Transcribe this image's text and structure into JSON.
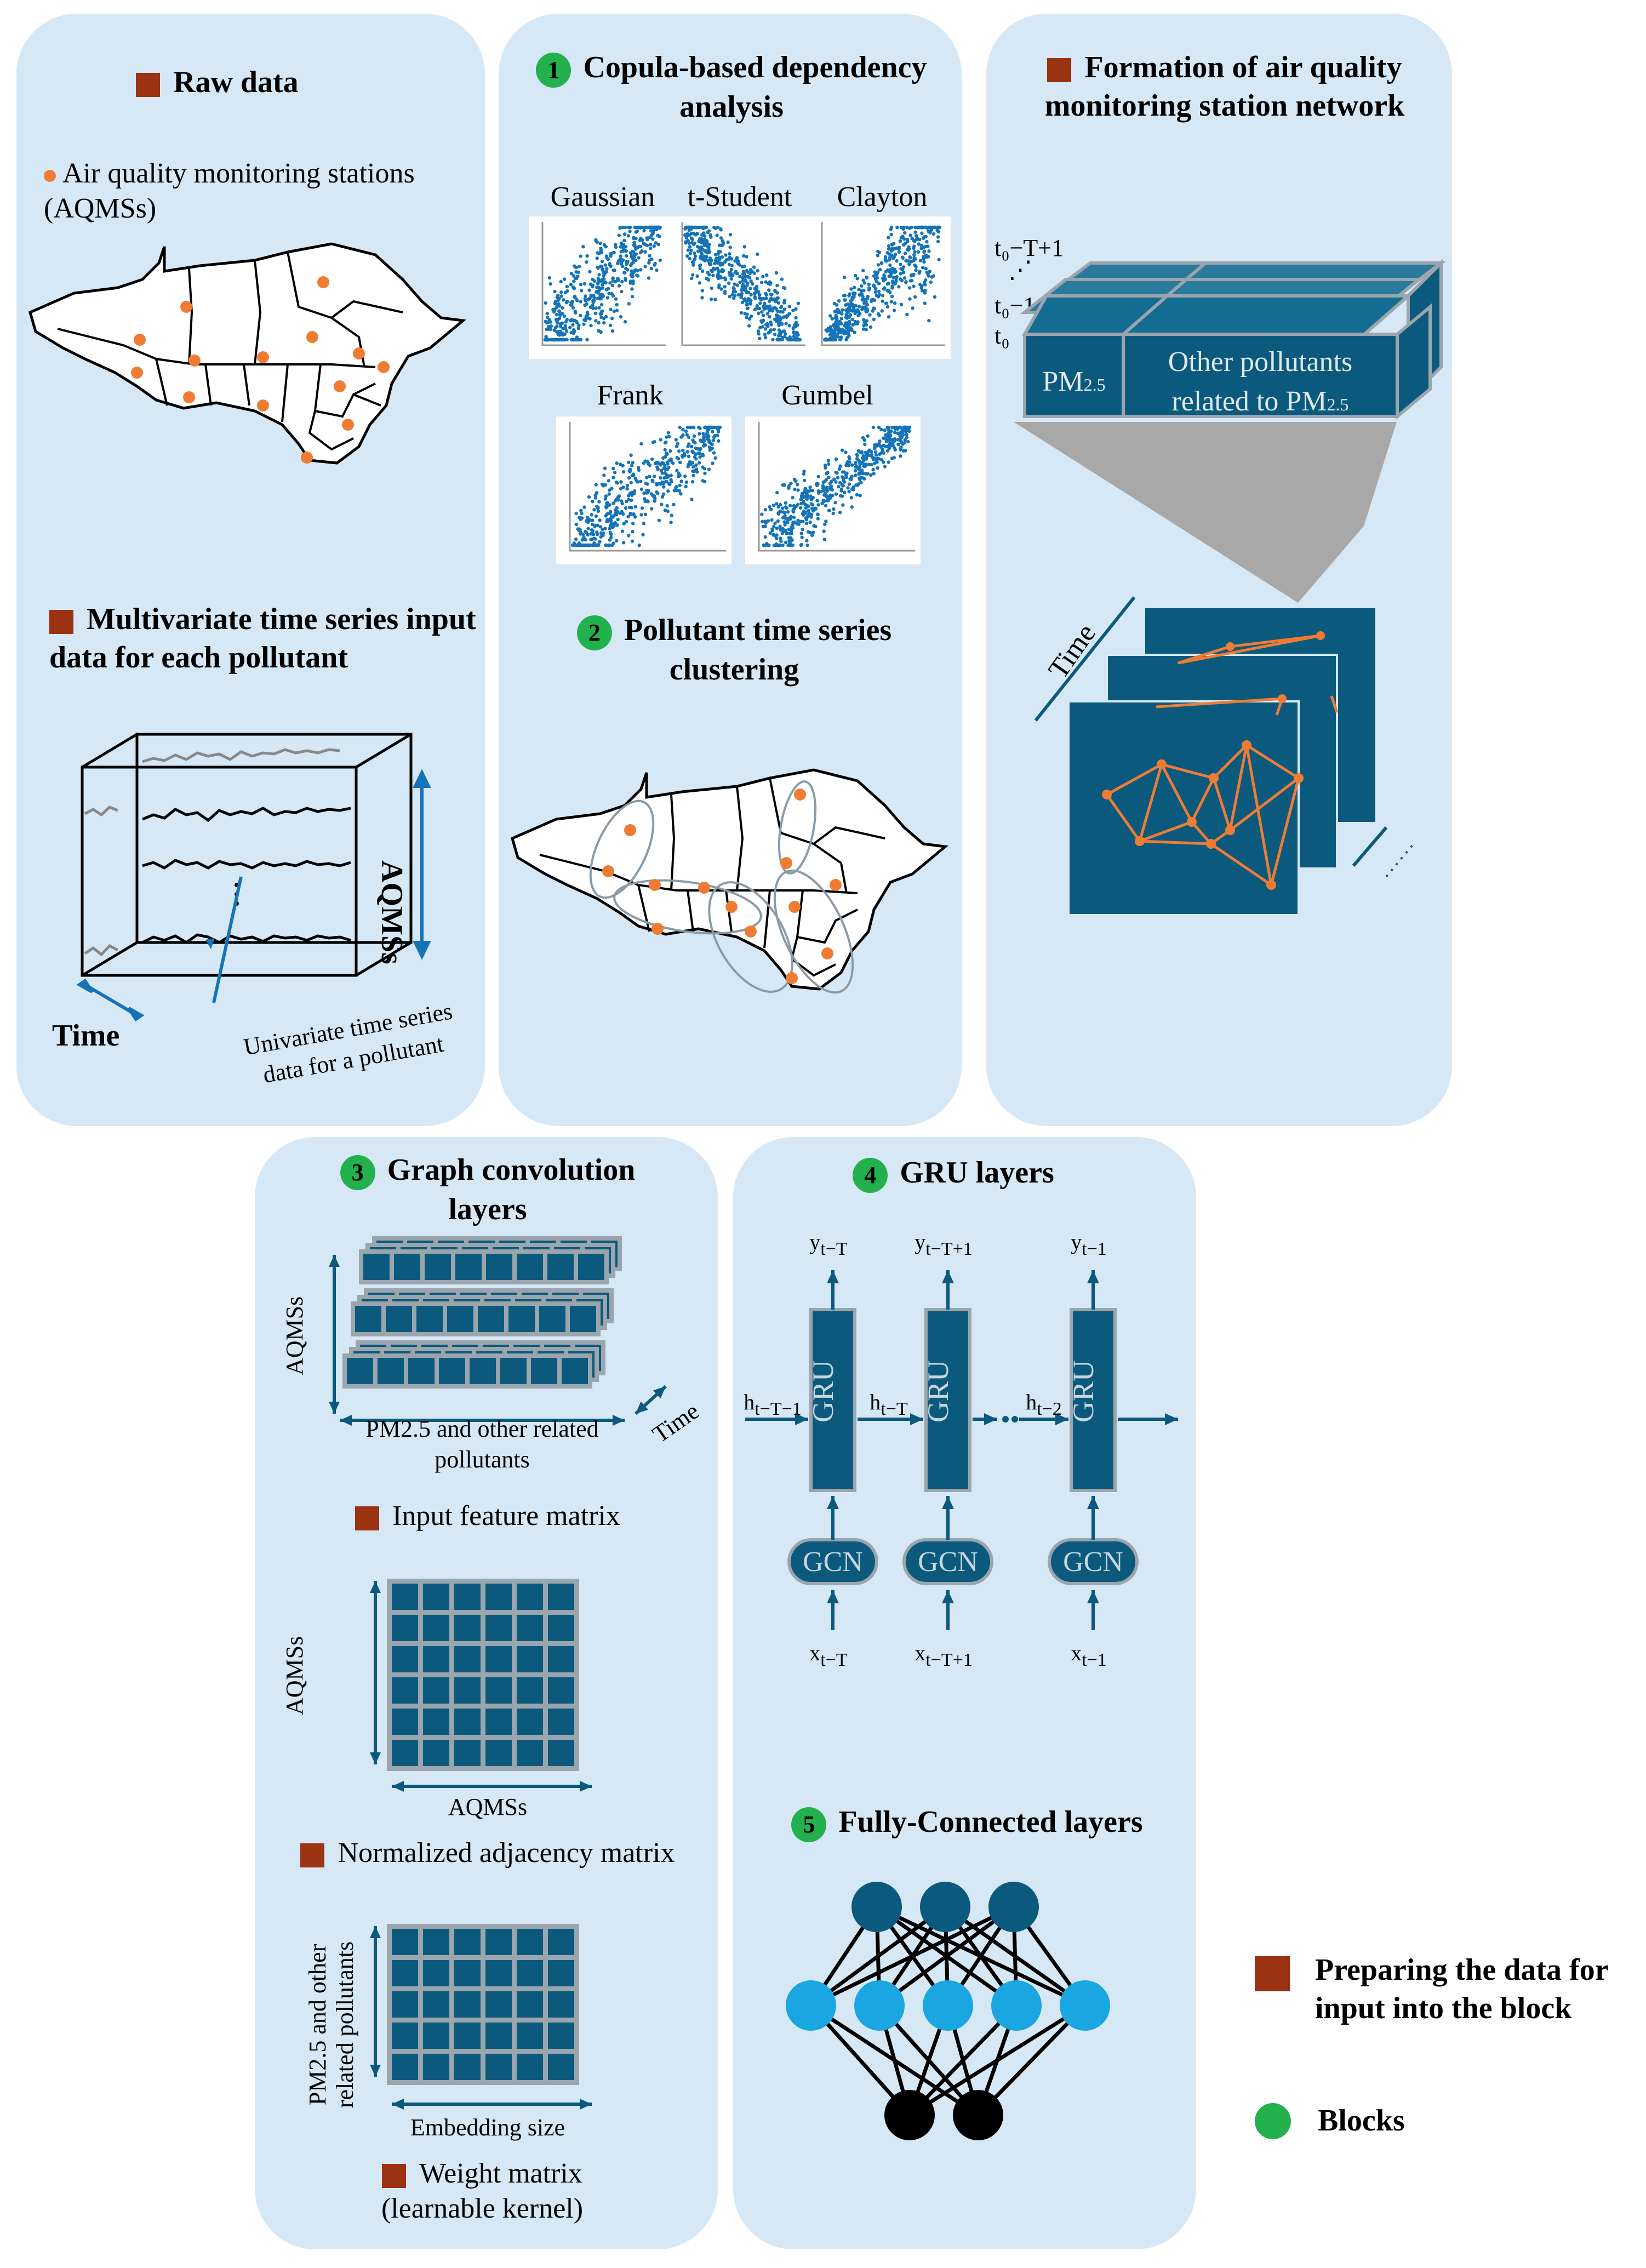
{
  "raw_panel": {
    "title": "Raw data",
    "stations_legend": "Air quality monitoring stations (AQMSs)",
    "mts_title": "Multivariate time series input data for each pollutant",
    "axis_aqmss": "AQMSs",
    "axis_time": "Time",
    "univariate_label": "Univariate time series data for a pollutant"
  },
  "copula_panel": {
    "block_number": "1",
    "title": "Copula-based dependency analysis",
    "copulas": [
      "Gaussian",
      "t-Student",
      "Clayton",
      "Frank",
      "Gumbel"
    ],
    "clustering_number": "2",
    "clustering_title": "Pollutant time series clustering"
  },
  "network_panel": {
    "title": "Formation of air quality monitoring station network",
    "time_labels": [
      "t₀−T+1",
      "⋰",
      "t₀−1",
      "t₀"
    ],
    "pm_label": "PM2.5",
    "other_label_1": "Other pollutants",
    "other_label_2": "related to PM2.5",
    "time_axis": "Time"
  },
  "gc_panel": {
    "block_number": "3",
    "title": "Graph convolution layers",
    "feature_y": "AQMSs",
    "feature_x": "PM2.5 and other related pollutants",
    "feature_z": "Time",
    "feature_caption": "Input feature matrix",
    "adj_y": "AQMSs",
    "adj_x": "AQMSs",
    "adj_caption": "Normalized adjacency matrix",
    "weight_y": "PM2.5 and other related pollutants",
    "weight_x": "Embedding size",
    "weight_caption": "Weight matrix (learnable kernel)"
  },
  "gru_panel": {
    "block_number": "4",
    "title": "GRU layers",
    "outputs": [
      "yt−T",
      "yt−T+1",
      "yt−1"
    ],
    "hidden": [
      "ht−T−1",
      "ht−T",
      "ht−2"
    ],
    "cell_label": "GRU",
    "gcn_label": "GCN",
    "inputs": [
      "xt−T",
      "xt−T+1",
      "xt−1"
    ],
    "fc_number": "5",
    "fc_title": "Fully-Connected layers"
  },
  "legend": {
    "square_label": "Preparing the data for input into the block",
    "circle_label": "Blocks"
  },
  "colors": {
    "panel": "#d6e8f5",
    "teal": "#0b5a7d",
    "orange": "#f07c34",
    "brown_square": "#9b3211",
    "green_circle": "#22b14c",
    "scatter": "#1573b8",
    "light_blue_node": "#1aa6e0"
  }
}
